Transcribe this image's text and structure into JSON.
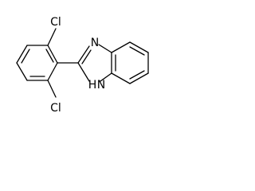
{
  "molecule": {
    "labels": {
      "cl_top": "Cl",
      "cl_bottom": "Cl",
      "n_imine": "N",
      "n_amine": "N",
      "h_amine": "H"
    },
    "colors": {
      "bond": "#000000",
      "text": "#000000",
      "background": "#ffffff"
    }
  }
}
